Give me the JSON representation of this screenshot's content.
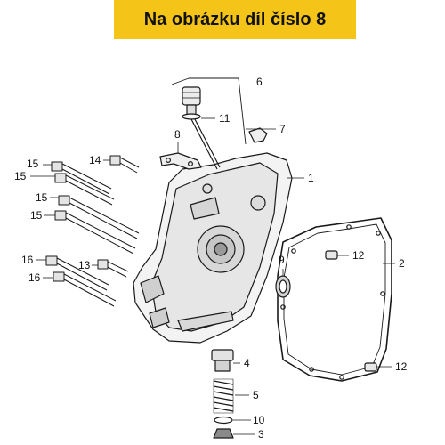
{
  "banner": {
    "title": "Na obrázku díl číslo 8"
  },
  "colors": {
    "banner": "#f4c418",
    "line": "#1a1a1a",
    "text": "#111111"
  },
  "callouts": {
    "c1": "1",
    "c2": "2",
    "c3": "3",
    "c4": "4",
    "c5": "5",
    "c6": "6",
    "c7": "7",
    "c8": "8",
    "c9": "9",
    "c10": "10",
    "c11": "11",
    "c12a": "12",
    "c12b": "12",
    "c13": "13",
    "c14": "14",
    "c15a": "15",
    "c15b": "15",
    "c15c": "15",
    "c15d": "15",
    "c16a": "16",
    "c16b": "16"
  }
}
